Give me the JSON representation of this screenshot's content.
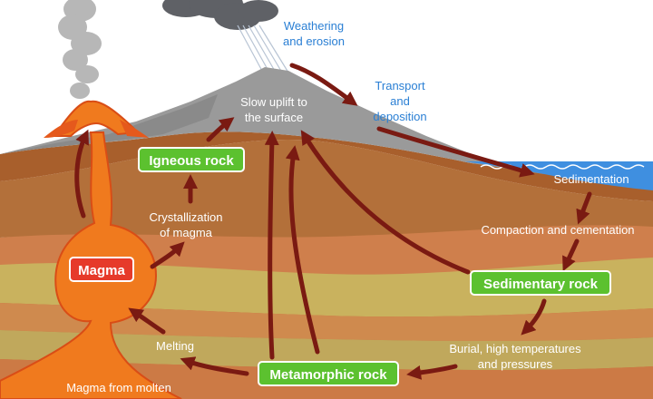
{
  "labels": {
    "weathering": [
      "Weathering",
      "and erosion"
    ],
    "transport": [
      "Transport",
      "and",
      "deposition"
    ],
    "uplift": [
      "Slow uplift to",
      "the surface"
    ],
    "sedimentation": "Sedimentation",
    "compaction": "Compaction and cementation",
    "crystallization": [
      "Crystallization",
      "of magma"
    ],
    "burial": [
      "Burial, high temperatures",
      "and pressures"
    ],
    "melting": "Melting",
    "magma_molten": "Magma from molten"
  },
  "rocks": {
    "igneous": "Igneous rock",
    "sedimentary": "Sedimentary rock",
    "metamorphic": "Metamorphic rock",
    "magma": "Magma"
  },
  "colors": {
    "arrow": "#7a1a12",
    "rock_box": "#5cc12f",
    "magma_box": "#e63a2a",
    "process_label_above_ground": "#2a7fd4",
    "process_label_underground": "#ffffff",
    "sea": "#3f8fe0"
  }
}
